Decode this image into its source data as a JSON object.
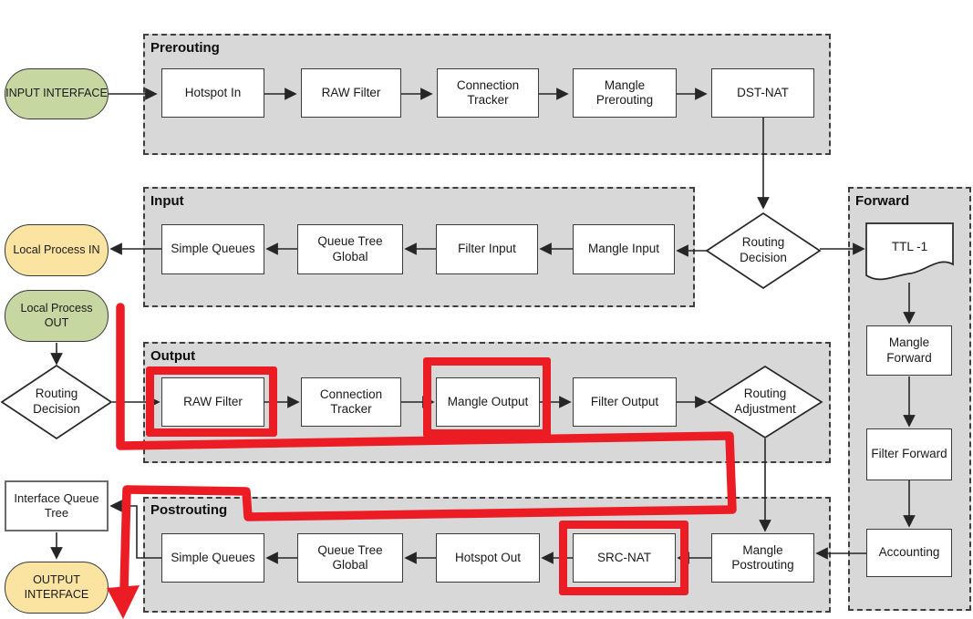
{
  "palette": {
    "section_fill": "#d8d8d8",
    "section_border": "#3f3f3f",
    "node_fill": "#ffffff",
    "line_color": "#262626",
    "green_fill": "#c7d7a1",
    "yellow_fill": "#fbe3a2",
    "highlight_red": "#ec1c24"
  },
  "sections": {
    "prerouting": {
      "title": "Prerouting",
      "nodes": [
        "Hotspot In",
        "RAW Filter",
        "Connection Tracker",
        "Mangle Prerouting",
        "DST-NAT"
      ]
    },
    "input": {
      "title": "Input",
      "nodes": [
        "Simple Queues",
        "Queue Tree Global",
        "Filter Input",
        "Mangle Input"
      ]
    },
    "output": {
      "title": "Output",
      "nodes": [
        "RAW Filter",
        "Connection Tracker",
        "Mangle Output",
        "Filter Output"
      ]
    },
    "postrouting": {
      "title": "Postrouting",
      "nodes": [
        "Simple Queues",
        "Queue Tree Global",
        "Hotspot Out",
        "SRC-NAT",
        "Mangle Postrouting"
      ]
    },
    "forward": {
      "title": "Forward",
      "nodes": [
        "TTL -1",
        "Mangle Forward",
        "Filter Forward",
        "Accounting"
      ]
    }
  },
  "terminals": {
    "input_interface": "INPUT INTERFACE",
    "local_process_in": "Local Process IN",
    "local_process_out": "Local Process OUT",
    "interface_queue_tree": "Interface Queue Tree",
    "output_interface": "OUTPUT INTERFACE"
  },
  "decisions": {
    "routing_decision_input": "Routing Decision",
    "routing_decision_output": "Routing Decision",
    "routing_adjustment": "Routing Adjustment"
  },
  "highlights": {
    "boxed_nodes": [
      "RAW Filter (Output)",
      "Mangle Output",
      "SRC-NAT"
    ],
    "red_path_note": "thick red bypass path ending in arrow at OUTPUT INTERFACE"
  }
}
